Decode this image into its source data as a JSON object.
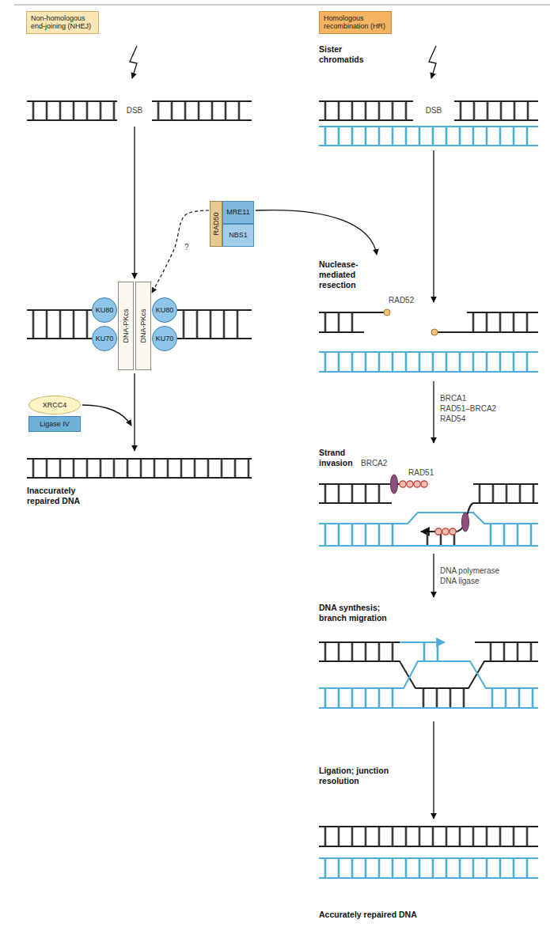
{
  "diagram": {
    "nodes": [
      {
        "text": [
          "Non-homologous end-joining (NHEJ)"
        ]
      },
      {
        "text": [
          "Homologous recombination (HR)"
        ]
      },
      {
        "text": [
          "KU80"
        ]
      },
      {
        "text": [
          "KU70"
        ]
      },
      {
        "text": [
          "DNA-PKcs"
        ]
      },
      {
        "text": [
          "DNA-PKcs"
        ]
      },
      {
        "text": [
          "KU80"
        ]
      },
      {
        "text": [
          "KU70"
        ]
      },
      {
        "text": [
          "XRCC4"
        ]
      },
      {
        "text": [
          "Ligase IV"
        ]
      },
      {
        "text": [
          "RAD50"
        ]
      },
      {
        "text": [
          "MRE11"
        ]
      },
      {
        "text": [
          "NBS1"
        ]
      }
    ],
    "edges": [
      {
        "from": 10,
        "to": 5,
        "arrow": "to",
        "label": "?"
      }
    ],
    "labels": [
      "DSB",
      "Sister chromatids",
      "DSB",
      "Nuclease-mediated resection",
      "RAD52",
      "BRCA1",
      "RAD51–BRCA2",
      "RAD54",
      "Strand invasion",
      "BRCA2",
      "RAD51",
      "DNA polymerase",
      "DNA ligase",
      "DNA synthesis; branch migration",
      "Ligation; junction resolution",
      "Inaccurately repaired DNA",
      "Accurately repaired DNA"
    ]
  }
}
